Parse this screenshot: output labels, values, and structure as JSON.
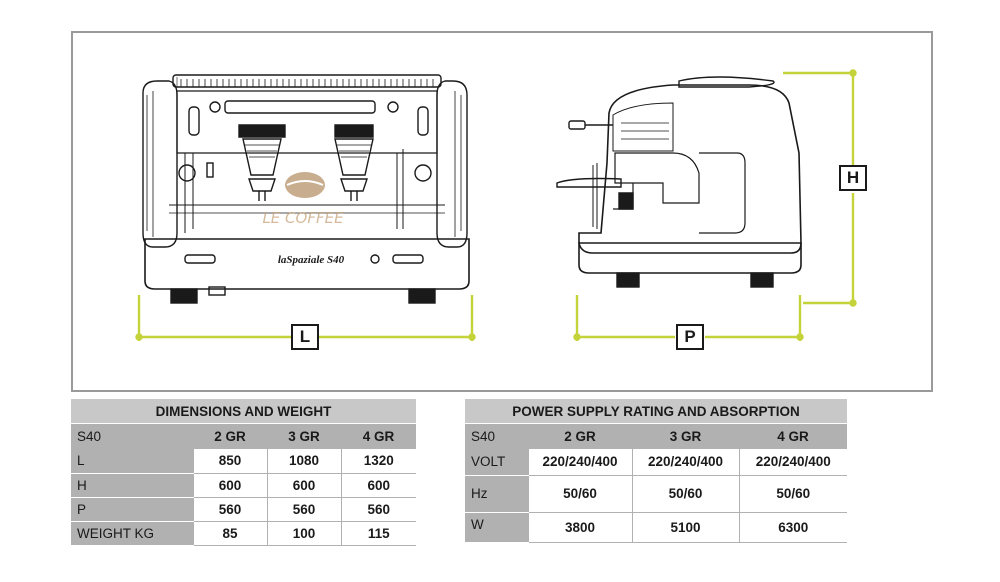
{
  "drawing": {
    "brand_model": "laSpaziale S40",
    "watermark": "LE COFFEE",
    "dimension_labels": {
      "length": "L",
      "height": "H",
      "depth": "P"
    },
    "accent_color": "#c5d33a"
  },
  "dimensions_table": {
    "title": "DIMENSIONS AND WEIGHT",
    "model": "S40",
    "columns": [
      "2 GR",
      "3 GR",
      "4 GR"
    ],
    "rows": [
      {
        "label": "L",
        "values": [
          "850",
          "1080",
          "1320"
        ]
      },
      {
        "label": "H",
        "values": [
          "600",
          "600",
          "600"
        ]
      },
      {
        "label": "P",
        "values": [
          "560",
          "560",
          "560"
        ]
      },
      {
        "label": "WEIGHT KG",
        "values": [
          "85",
          "100",
          "115"
        ]
      }
    ]
  },
  "power_table": {
    "title": "POWER SUPPLY RATING AND ABSORPTION",
    "model": "S40",
    "columns": [
      "2 GR",
      "3 GR",
      "4 GR"
    ],
    "rows": [
      {
        "label": "VOLT",
        "values": [
          "220/240/400",
          "220/240/400",
          "220/240/400"
        ]
      },
      {
        "label": "Hz",
        "values": [
          "50/60",
          "50/60",
          "50/60"
        ]
      },
      {
        "label": "W",
        "values": [
          "3800",
          "5100",
          "6300"
        ]
      }
    ]
  }
}
